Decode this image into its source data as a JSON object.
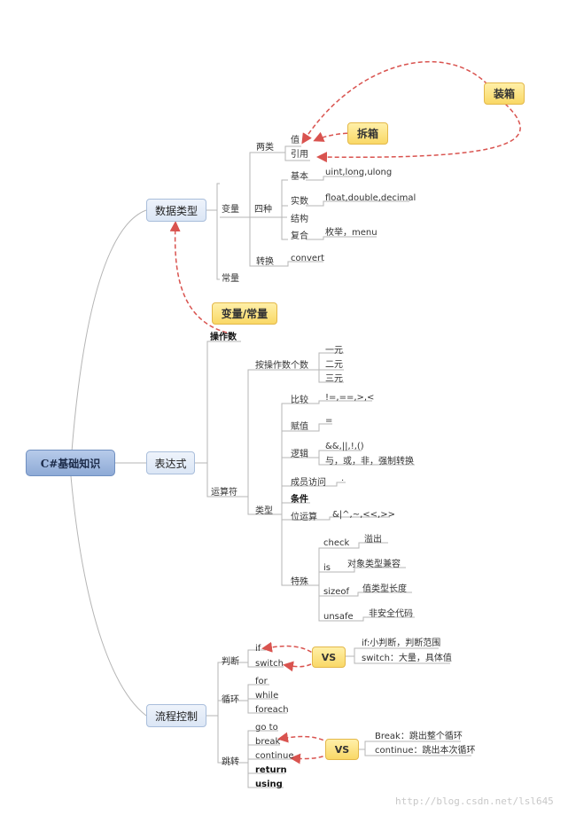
{
  "root": "C#基础知识",
  "branches": {
    "data_types": "数据类型",
    "expressions": "表达式",
    "flow_control": "流程控制"
  },
  "data_types": {
    "variable": "变量",
    "constant": "常量",
    "two_kinds": "两类",
    "value": "值",
    "reference": "引用",
    "four_kinds": "四种",
    "basic": "基本",
    "basic_types": "uint,long,ulong",
    "real": "实数",
    "real_types": "float,double,decimal",
    "struct": "结构",
    "composite": "复合",
    "composite_types": "枚举，menu",
    "convert": "转换",
    "convert_fn": "convert"
  },
  "callouts": {
    "boxing": "装箱",
    "unboxing": "拆箱",
    "var_const": "变量/常量",
    "vs1": "VS",
    "vs2": "VS"
  },
  "expressions": {
    "operand": "操作数",
    "operator": "运算符",
    "by_count": "按操作数个数",
    "unary": "一元",
    "binary": "二元",
    "ternary": "三元",
    "category": "类型",
    "compare": "比较",
    "compare_ops": "!=,==,>,<",
    "assign": "赋值",
    "assign_op": "=",
    "logic": "逻辑",
    "logic_ops": "&&,||,!,()",
    "logic_desc": "与，或，非，强制转换",
    "member": "成员访问",
    "member_op": ".",
    "conditional": "条件",
    "bitwise": "位运算",
    "bitwise_ops": "&|^,~,<<,>>",
    "special": "特殊",
    "check": "check",
    "check_desc": "溢出",
    "is": "is",
    "is_desc": "对象类型兼容",
    "sizeof": "sizeof",
    "sizeof_desc": "值类型长度",
    "unsafe": "unsafe",
    "unsafe_desc": "非安全代码"
  },
  "flow_control": {
    "judge": "判断",
    "if": "if",
    "switch": "switch",
    "if_desc": "if:小判断，判断范围",
    "switch_desc": "switch：大量，具体值",
    "loop": "循环",
    "for": "for",
    "while": "while",
    "foreach": "foreach",
    "jump": "跳转",
    "goto": "go to",
    "break": "break",
    "continue": "continue",
    "return": "return",
    "using": "using",
    "break_desc": "Break：跳出整个循环",
    "continue_desc": "continue：跳出本次循环"
  },
  "watermark": "http://blog.csdn.net/lsl645",
  "colors": {
    "line": "#b5b5b5",
    "arrow": "#d9534f",
    "node_border": "#a9bedb",
    "callout_fill": "#f9d866"
  }
}
